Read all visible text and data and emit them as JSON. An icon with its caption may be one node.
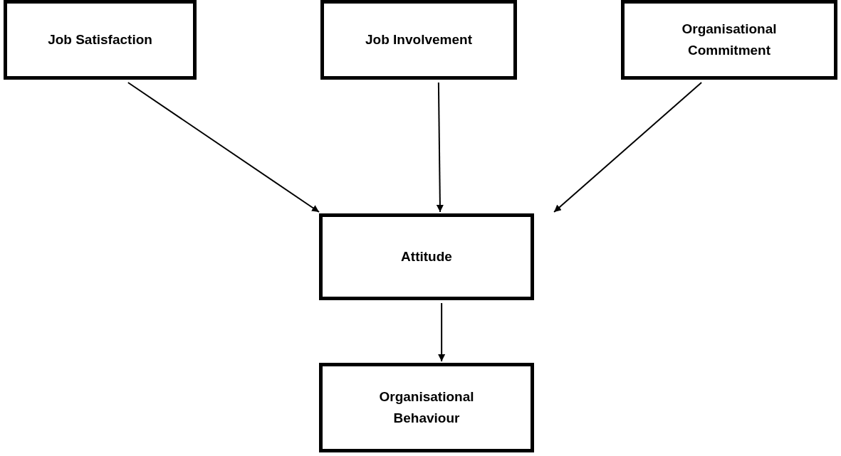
{
  "diagram": {
    "nodes": [
      {
        "text": [
          "Job Satisfaction"
        ]
      },
      {
        "text": [
          "Job Involvement"
        ]
      },
      {
        "text": [
          "Organisational Commitment"
        ]
      },
      {
        "text": [
          "Attitude"
        ]
      },
      {
        "text": [
          "Organisational Behaviour"
        ]
      }
    ],
    "edges": [
      {
        "from": 0,
        "to": 3,
        "arrow": "to"
      },
      {
        "from": 1,
        "to": 3,
        "arrow": "to"
      },
      {
        "from": 2,
        "to": 3,
        "arrow": "to"
      },
      {
        "from": 3,
        "to": 4,
        "arrow": "to"
      }
    ]
  }
}
